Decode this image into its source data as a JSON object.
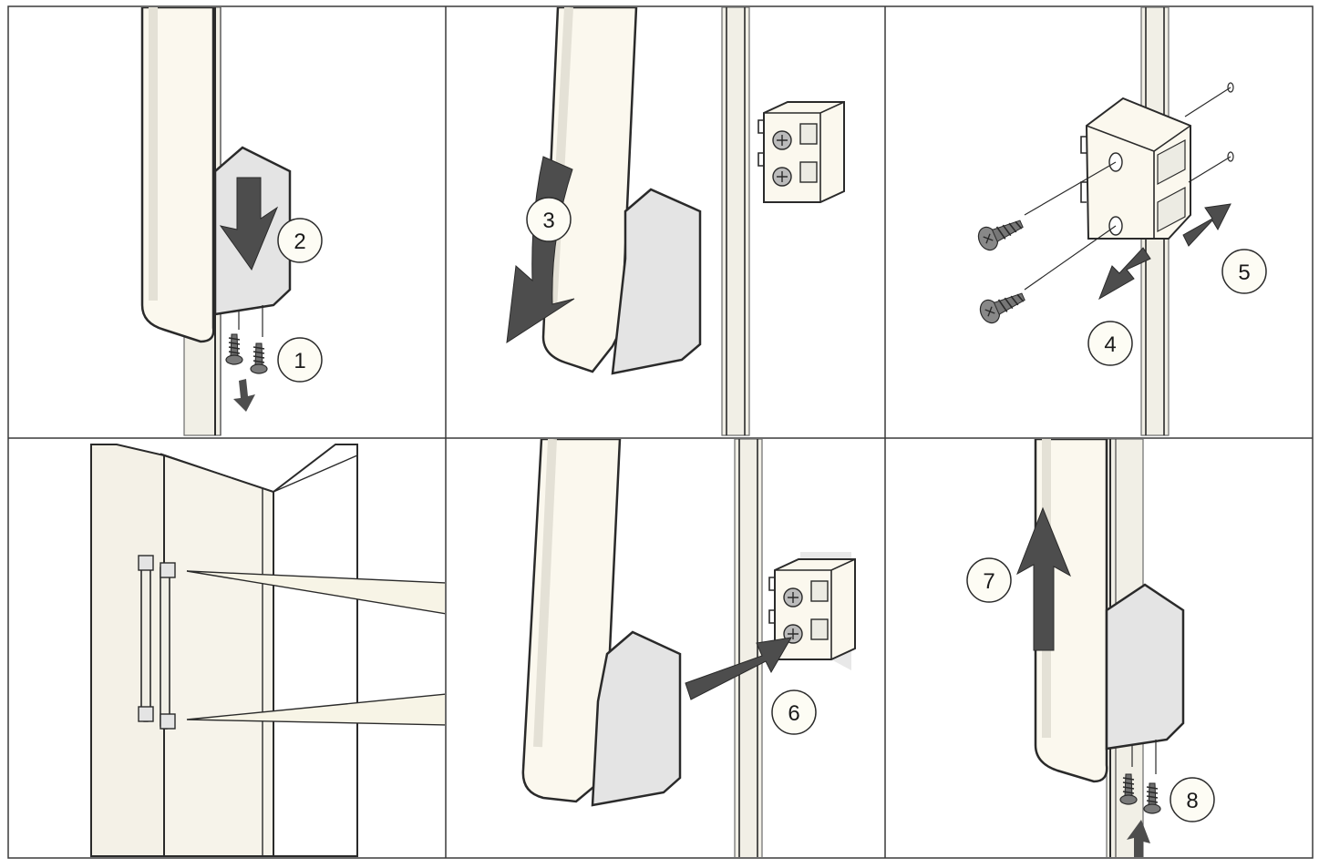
{
  "steps": [
    "1",
    "2",
    "3",
    "4",
    "5",
    "6",
    "7",
    "8"
  ],
  "colors": {
    "border": "#3a3a3a",
    "handle": "#fbf8ee",
    "handle_shade": "#e7e4da",
    "block": "#e4e4e4",
    "arrow": "#4d4d4d",
    "rail": "#f1efe6",
    "rail_dark": "#6b6b6b",
    "step_badge": "#fdfcf4"
  },
  "icons": [
    "screw-icon",
    "arrow-down-icon",
    "arrow-up-icon",
    "curved-arrow-icon",
    "double-arrow-icon"
  ]
}
